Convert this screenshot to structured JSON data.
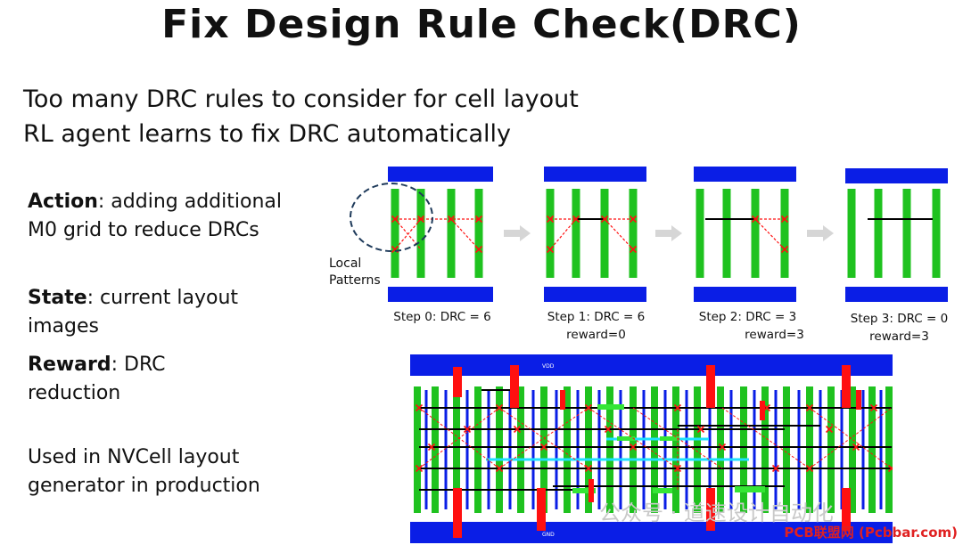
{
  "title": "Fix Design Rule Check(DRC)",
  "lines": [
    "Too many DRC rules to consider for cell layout",
    "RL agent learns to fix DRC automatically"
  ],
  "action": {
    "key": "Action",
    "text": ": adding additional M0 grid to reduce DRCs"
  },
  "state": {
    "key": "State",
    "text": ": current layout images"
  },
  "reward": {
    "key": "Reward",
    "text": ": DRC reduction"
  },
  "usage": "Used in NVCell layout generator in production",
  "local_patterns": [
    "Local",
    "Patterns"
  ],
  "steps": [
    {
      "label": "Step 0: DRC = 6",
      "reward": ""
    },
    {
      "label": "Step 1: DRC = 6",
      "reward": "reward=0"
    },
    {
      "label": "Step 2: DRC = 3",
      "reward": "reward=3"
    },
    {
      "label": "Step 3: DRC = 0",
      "reward": "reward=3"
    }
  ],
  "rails": {
    "top": "VDD",
    "bottom": "GND"
  },
  "watermark": "公众号 · 道速设计自动化",
  "footer": "PCB联盟网 (Pcbbar.com)",
  "colors": {
    "blue": "#0a1ee6",
    "green": "#1fc21f",
    "red": "#ff1010",
    "cyan": "#1ee0ff",
    "black": "#000000",
    "arrow": "#d6d6d6"
  }
}
